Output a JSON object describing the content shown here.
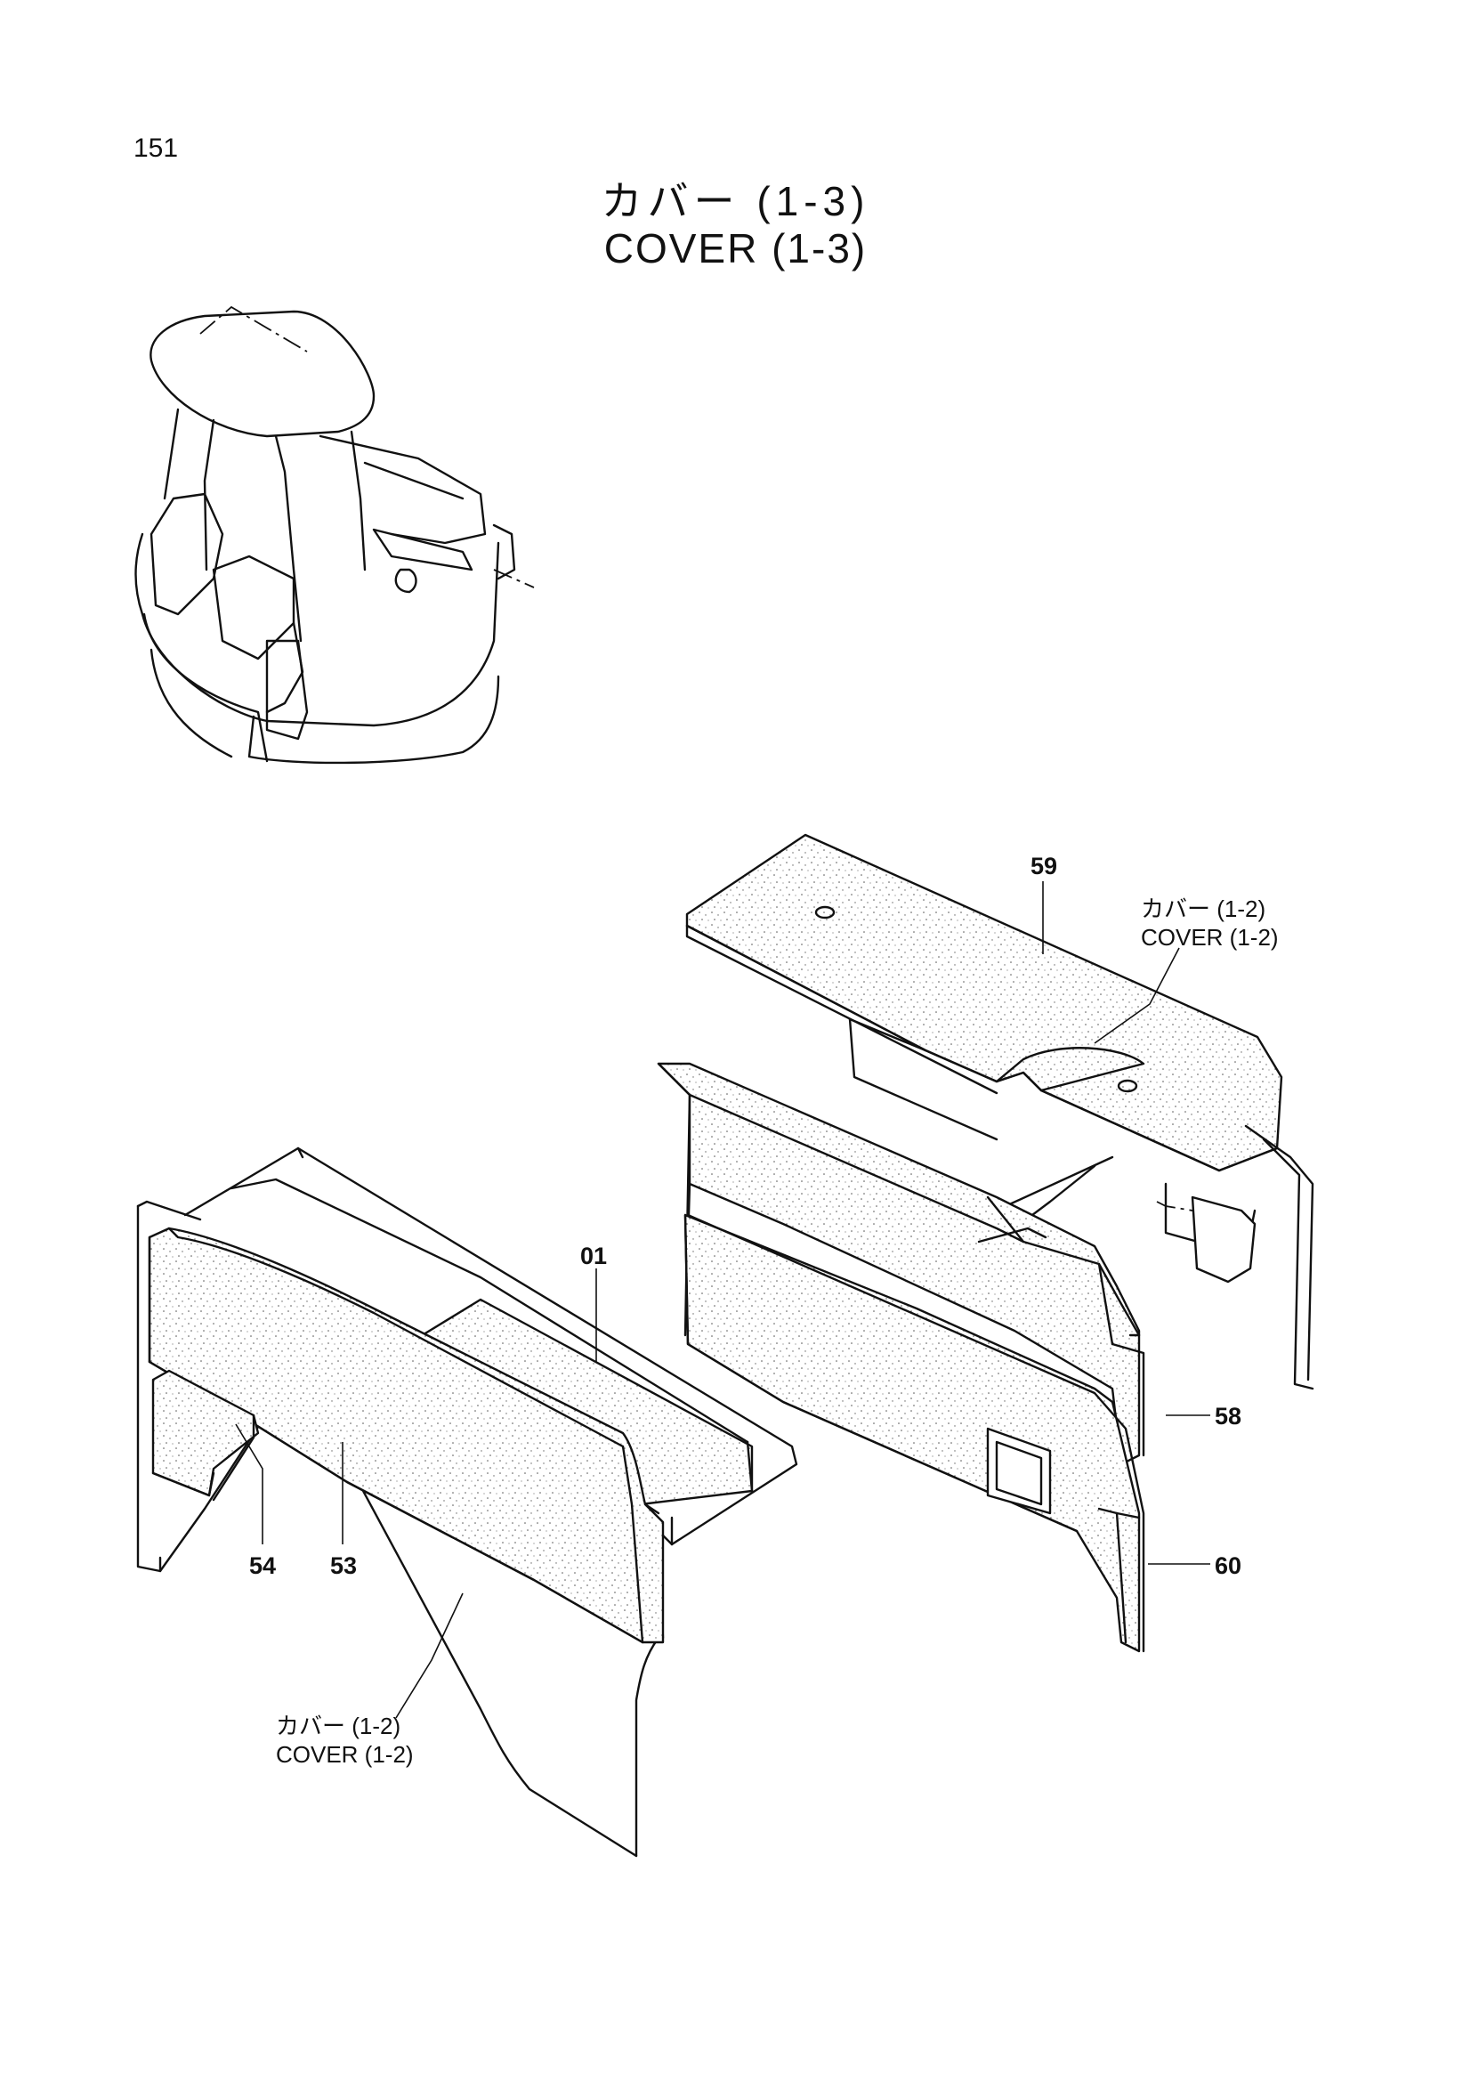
{
  "header": {
    "page_number": "151",
    "title_jp": "カバー (1-3)",
    "title_en": "COVER (1-3)"
  },
  "callouts": {
    "upper_right_jp": "カバー (1-2)",
    "upper_right_en": "COVER (1-2)",
    "lower_left_jp": "カバー (1-2)",
    "lower_left_en": "COVER (1-2)"
  },
  "part_numbers": {
    "p59": "59",
    "p01": "01",
    "p58": "58",
    "p60": "60",
    "p54": "54",
    "p53": "53"
  }
}
